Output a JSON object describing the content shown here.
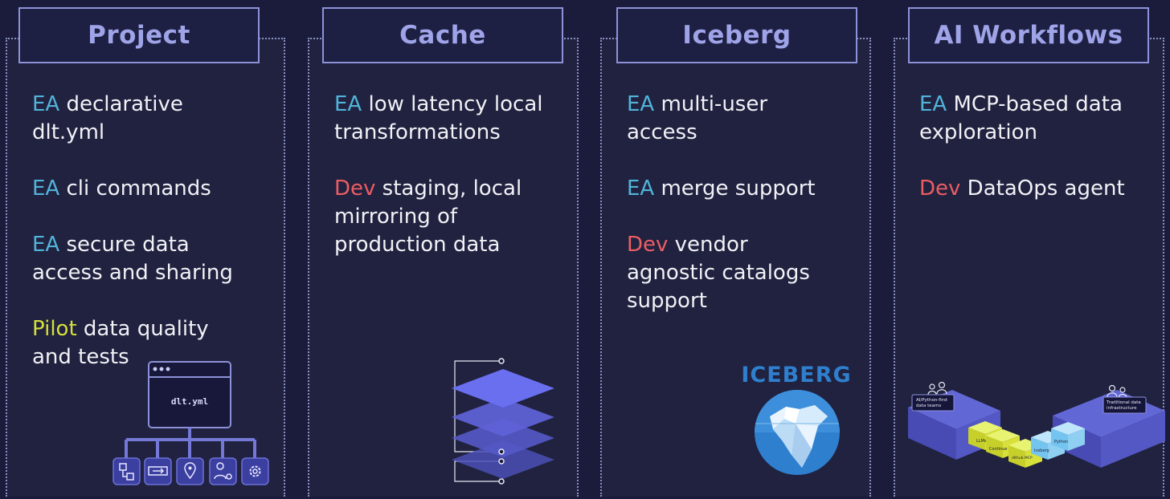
{
  "columns": [
    {
      "title": "Project",
      "items": [
        {
          "tag": "EA",
          "text": "declarative\ndlt.yml"
        },
        {
          "tag": "EA",
          "text": "cli commands"
        },
        {
          "tag": "EA",
          "text": "secure data\naccess and sharing"
        },
        {
          "tag": "Pilot",
          "text": "data quality\nand tests"
        }
      ]
    },
    {
      "title": "Cache",
      "items": [
        {
          "tag": "EA",
          "text": "low latency local\ntransformations"
        },
        {
          "tag": "Dev",
          "text": "staging, local\nmirroring of\nproduction data"
        }
      ]
    },
    {
      "title": "Iceberg",
      "items": [
        {
          "tag": "EA",
          "text": "multi-user\naccess"
        },
        {
          "tag": "EA",
          "text": "merge support"
        },
        {
          "tag": "Dev",
          "text": "vendor\nagnostic catalogs\nsupport"
        }
      ]
    },
    {
      "title": "AI Workflows",
      "items": [
        {
          "tag": "EA",
          "text": "MCP-based data\nexploration"
        },
        {
          "tag": "Dev",
          "text": "DataOps agent"
        }
      ]
    }
  ],
  "tag_colors": {
    "EA": "#52b3d9",
    "Dev": "#ec5d63",
    "Pilot": "#d6df3a"
  },
  "illustrations": {
    "project_window_label": "dlt.yml",
    "iceberg_logo_text": "ICEBERG",
    "ai_left_label": "AI/Python-first\ndata teams",
    "ai_right_label": "Traditional data\ninfrastructure",
    "ai_cube_labels": [
      "LLMs",
      "Continue",
      "dlthub MCP",
      "Iceberg",
      "Python"
    ]
  },
  "icons": [
    "hierarchy-icon",
    "pipeline-icon",
    "location-pin-icon",
    "user-settings-icon",
    "gear-icon"
  ]
}
